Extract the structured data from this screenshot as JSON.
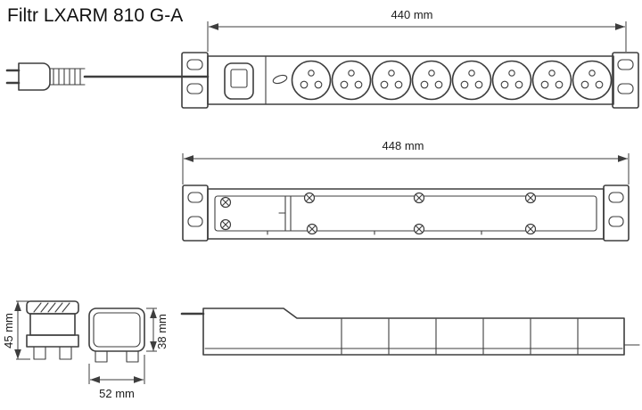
{
  "title": "Filtr LXARM 810 G-A",
  "views": {
    "front": {
      "dimension_label": "440 mm"
    },
    "back": {
      "dimension_label": "448 mm"
    },
    "side_plug": {
      "height_label": "45 mm"
    },
    "side_section": {
      "height_label": "38 mm",
      "width_label": "52 mm"
    }
  },
  "drawing": {
    "socket_count": 8
  },
  "colors": {
    "line": "#3e3e3e",
    "text": "#111111",
    "background": "#ffffff"
  }
}
